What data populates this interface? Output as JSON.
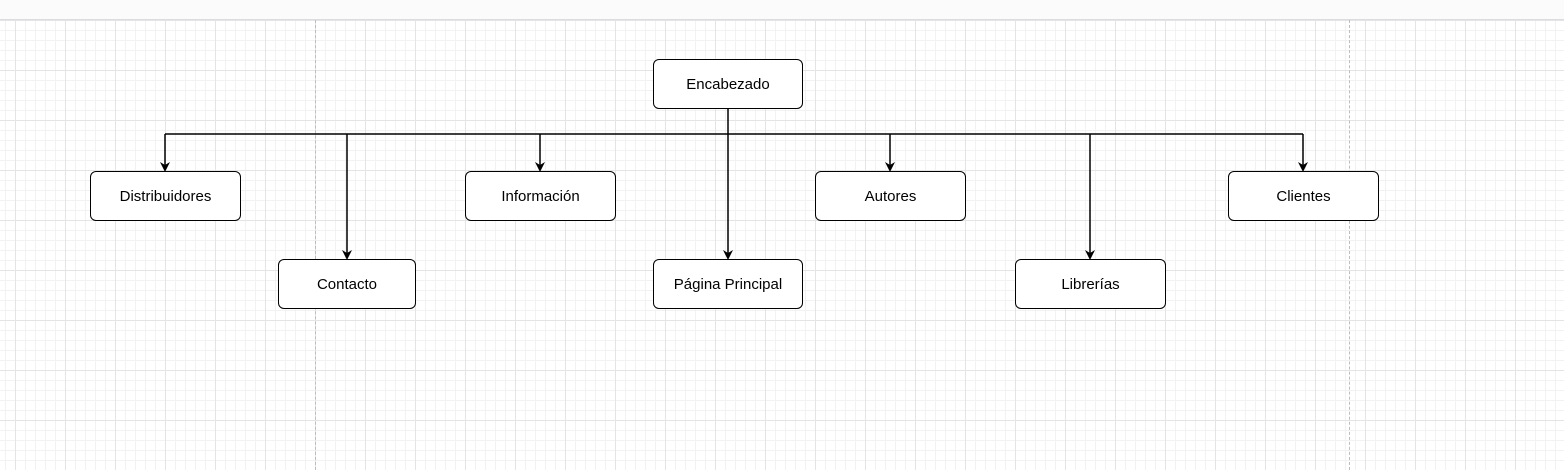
{
  "diagram": {
    "root": {
      "label": "Encabezado"
    },
    "children": [
      {
        "key": "distribuidores",
        "label": "Distribuidores"
      },
      {
        "key": "contacto",
        "label": "Contacto"
      },
      {
        "key": "informacion",
        "label": "Información"
      },
      {
        "key": "pagina-principal",
        "label": "Página Principal"
      },
      {
        "key": "autores",
        "label": "Autores"
      },
      {
        "key": "librerias",
        "label": "Librerías"
      },
      {
        "key": "clientes",
        "label": "Clientes"
      }
    ],
    "edges": [
      {
        "from": "Encabezado",
        "to": "Distribuidores"
      },
      {
        "from": "Encabezado",
        "to": "Contacto"
      },
      {
        "from": "Encabezado",
        "to": "Información"
      },
      {
        "from": "Encabezado",
        "to": "Página Principal"
      },
      {
        "from": "Encabezado",
        "to": "Autores"
      },
      {
        "from": "Encabezado",
        "to": "Librerías"
      },
      {
        "from": "Encabezado",
        "to": "Clientes"
      }
    ],
    "colors": {
      "stroke": "#000000",
      "node_fill": "#ffffff",
      "grid_major": "#e4e4e4",
      "grid_minor": "#f2f2f2"
    }
  }
}
